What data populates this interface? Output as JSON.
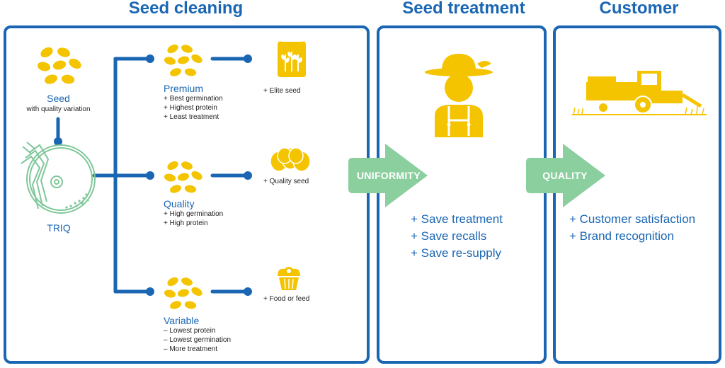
{
  "sections": {
    "seed_cleaning": "Seed cleaning",
    "seed_treatment": "Seed treatment",
    "customer": "Customer"
  },
  "seed": {
    "title": "Seed",
    "subtitle": "with quality variation"
  },
  "machine": {
    "label": "TRIQ"
  },
  "grades": [
    {
      "name": "Premium",
      "traits": [
        "+ Best germination",
        "+ Highest protein",
        "+ Least treatment"
      ],
      "outcome": "+ Elite seed",
      "icon": "bread-bag-icon"
    },
    {
      "name": "Quality",
      "traits": [
        "+ High germination",
        "+ High protein"
      ],
      "outcome": "+ Quality seed",
      "icon": "bread-loaf-icon"
    },
    {
      "name": "Variable",
      "traits": [
        "– Lowest protein",
        "– Lowest germination",
        "– More treatment"
      ],
      "outcome": "+ Food or feed",
      "icon": "muffin-icon"
    }
  ],
  "arrows": {
    "uniformity": "UNIFORMITY",
    "quality": "QUALITY"
  },
  "treatment_benefits": [
    "+ Save treatment",
    "+ Save recalls",
    "+ Save re-supply"
  ],
  "customer_benefits": [
    "+ Customer satisfaction",
    "+ Brand recognition"
  ],
  "colors": {
    "primary_blue": "#1a66b3",
    "grain_yellow": "#f5c400",
    "arrow_green": "#8ccf9f",
    "machine_green": "#7fc79a"
  }
}
